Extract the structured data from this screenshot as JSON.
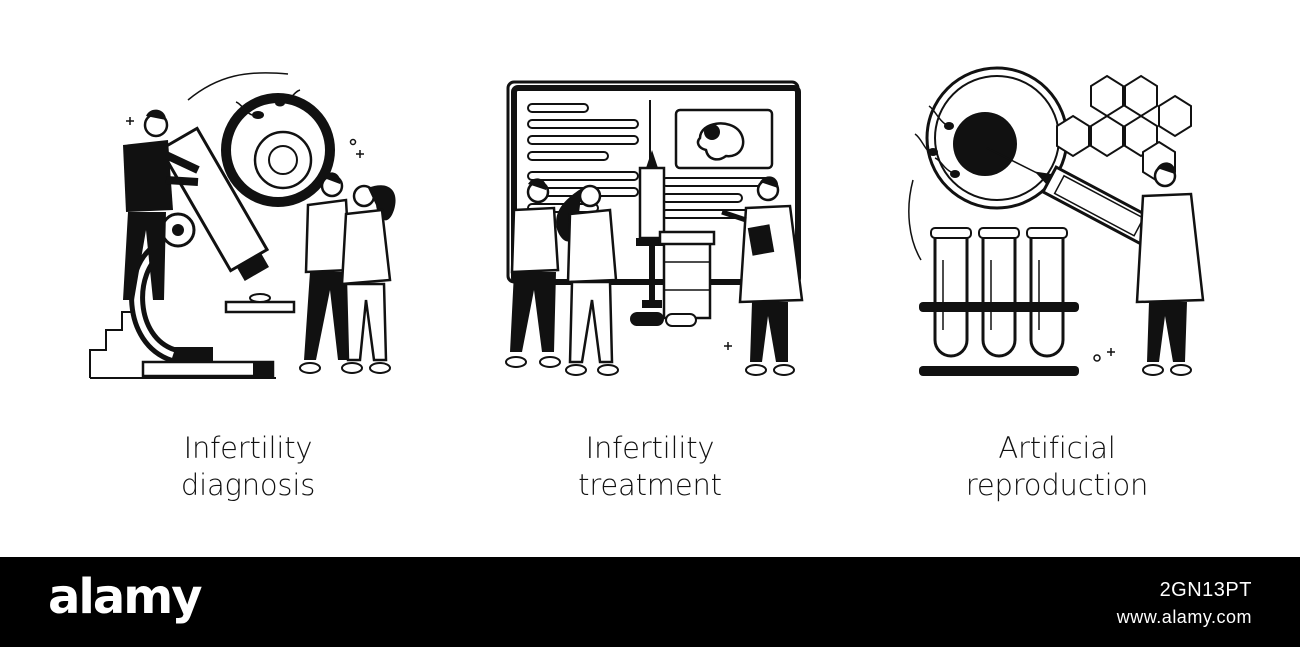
{
  "panels": [
    {
      "line1": "Infertility",
      "line2": "diagnosis",
      "illustration": "microscope-egg-couple-icon"
    },
    {
      "line1": "Infertility",
      "line2": "treatment",
      "illustration": "screen-embryo-syringe-doctor-icon"
    },
    {
      "line1": "Artificial",
      "line2": "reproduction",
      "illustration": "egg-injection-test-tubes-icon"
    }
  ],
  "footer": {
    "brand": "alamy",
    "image_id": "2GN13PT",
    "site": "www.alamy.com"
  },
  "colors": {
    "ink": "#111111",
    "background": "#ffffff",
    "footer": "#000000"
  }
}
